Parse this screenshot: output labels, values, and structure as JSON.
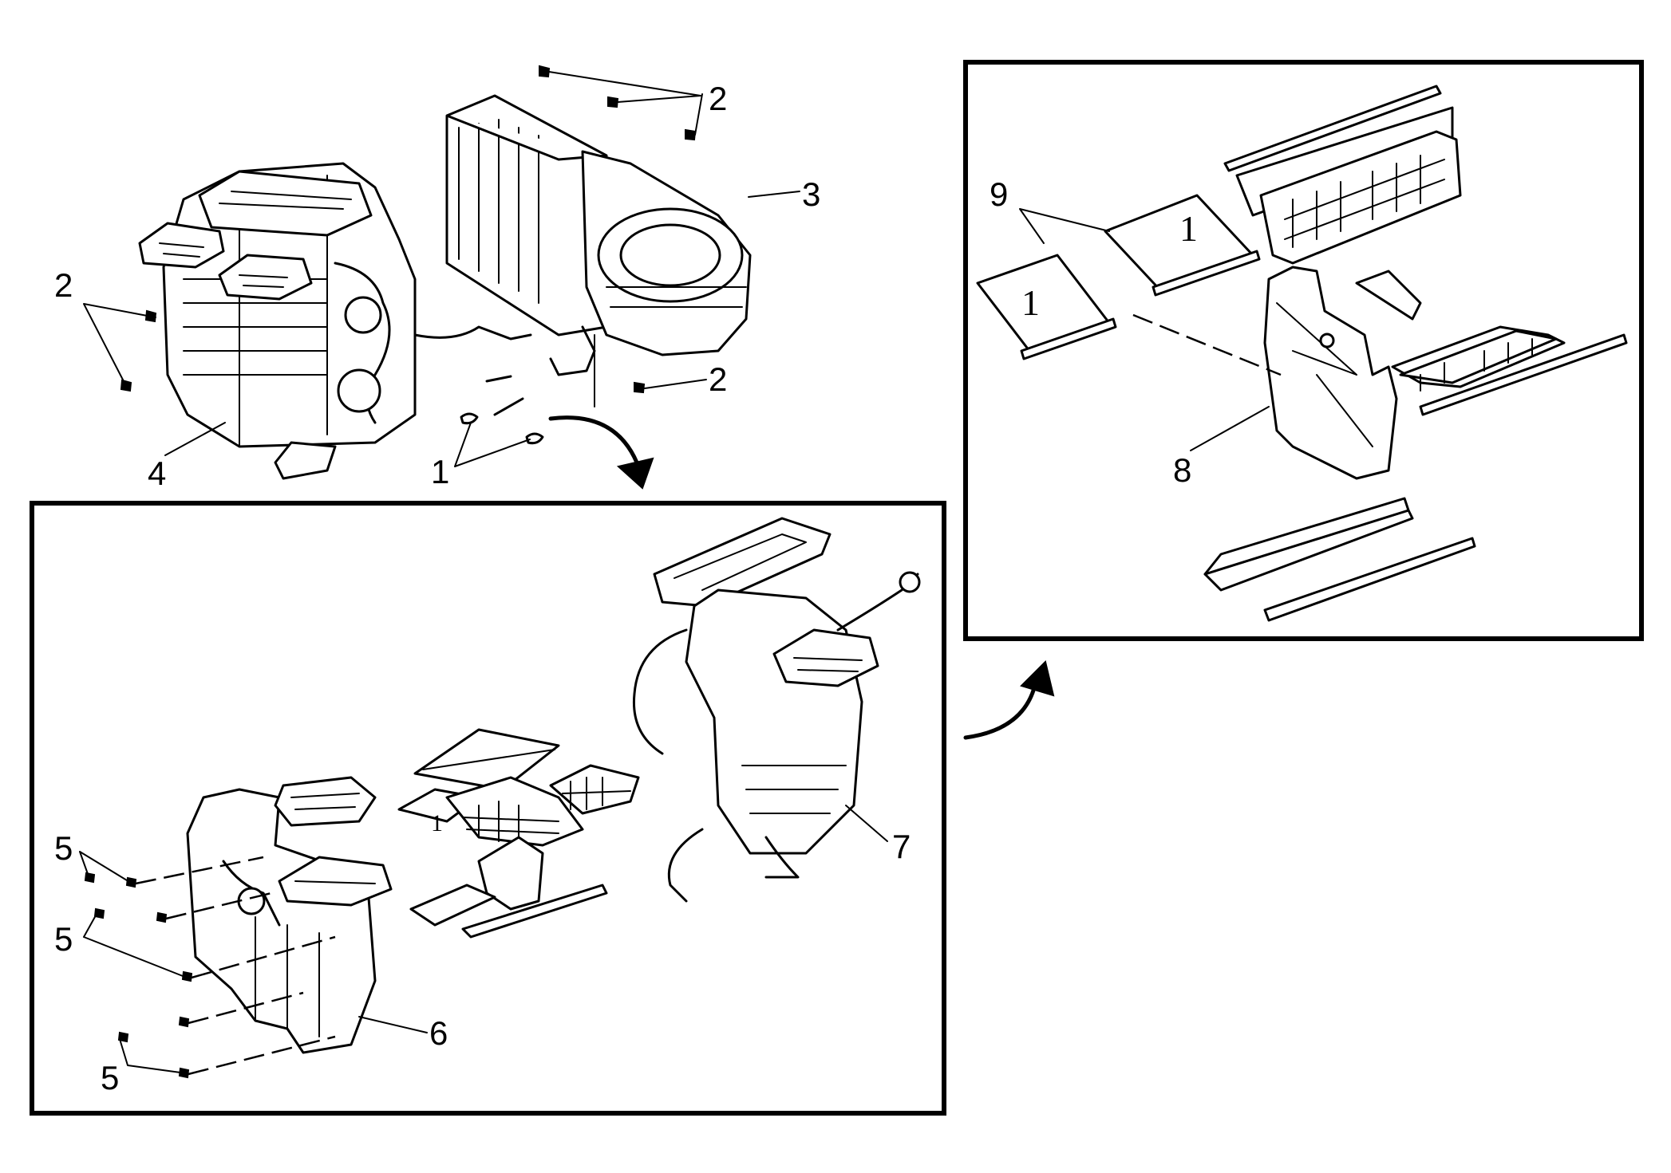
{
  "callouts": {
    "c1": "1",
    "c2a": "2",
    "c2b": "2",
    "c2c": "2",
    "c3": "3",
    "c4": "4",
    "c5a": "5",
    "c5b": "5",
    "c5c": "5",
    "c6": "6",
    "c7": "7",
    "c8": "8",
    "c9": "9"
  },
  "door_markings": {
    "d1": "1",
    "d2": "1",
    "d3": "1"
  }
}
